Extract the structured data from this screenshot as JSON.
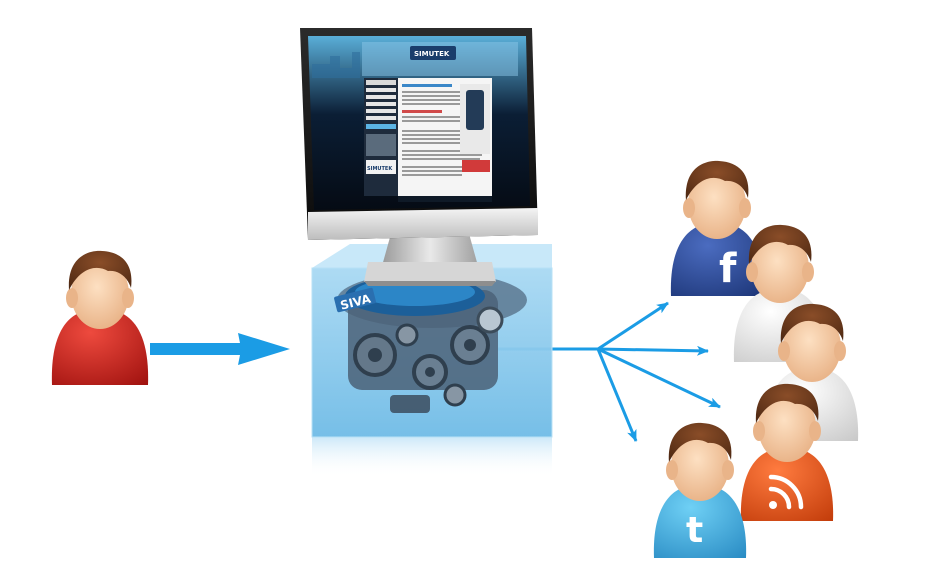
{
  "website": {
    "logo_text": "SIMUTEK",
    "footer_logo_text": "SIMUTEK"
  },
  "engine": {
    "brand_label": "SIVA"
  },
  "colors": {
    "arrow": "#1b9ce5",
    "sender_shirt": "#c81e1e",
    "facebook_shirt": "#2d4a9b",
    "white_shirt": "#e8e8e8",
    "rss_shirt": "#e8531c",
    "twitter_shirt": "#3aa9dd",
    "cube": "#8fcdf0",
    "skin": "#f3c9a1",
    "hair": "#6b3a1f"
  },
  "icons": {
    "facebook": "facebook-icon",
    "rss": "rss-icon",
    "twitter": "twitter-icon"
  }
}
